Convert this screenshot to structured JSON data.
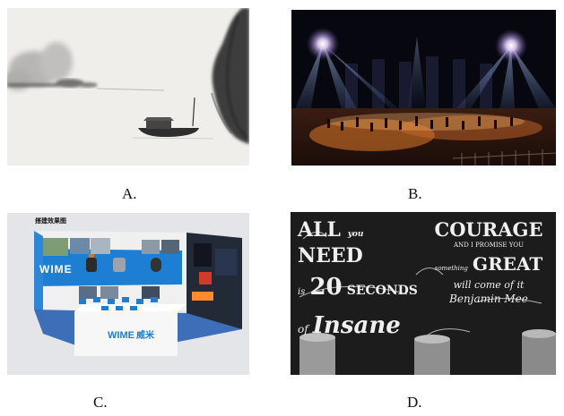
{
  "options": [
    {
      "label": "A.",
      "image": "ink-wash-landscape-boat"
    },
    {
      "label": "B.",
      "image": "stage-performance-light-beams"
    },
    {
      "label": "C.",
      "image": "exhibition-booth-render"
    },
    {
      "label": "D.",
      "image": "chalkboard-typography"
    }
  ],
  "booth": {
    "brand_wall": "WIME",
    "brand_counter": "WIME",
    "counter_cjk": "威米",
    "heading_cjk": "搭建效果图"
  },
  "chalkboard": {
    "line1": "ALL",
    "line1b": "you",
    "line1c": "NEED",
    "line2": "is",
    "line2b": "20",
    "line2c": "SECONDS",
    "line3": "of",
    "line3b": "Insane",
    "line4": "COURAGE",
    "line5": "AND I PROMISE YOU",
    "line6": "something",
    "line6b": "GREAT",
    "line7": "will come of it",
    "line8": "Benjamin Mee"
  },
  "colors": {
    "booth_blue": "#1e7fd2",
    "stage_amber": "#e07a2a",
    "chalk_bg": "#1b1b1b",
    "ink_gray": "#4a4a4a"
  }
}
